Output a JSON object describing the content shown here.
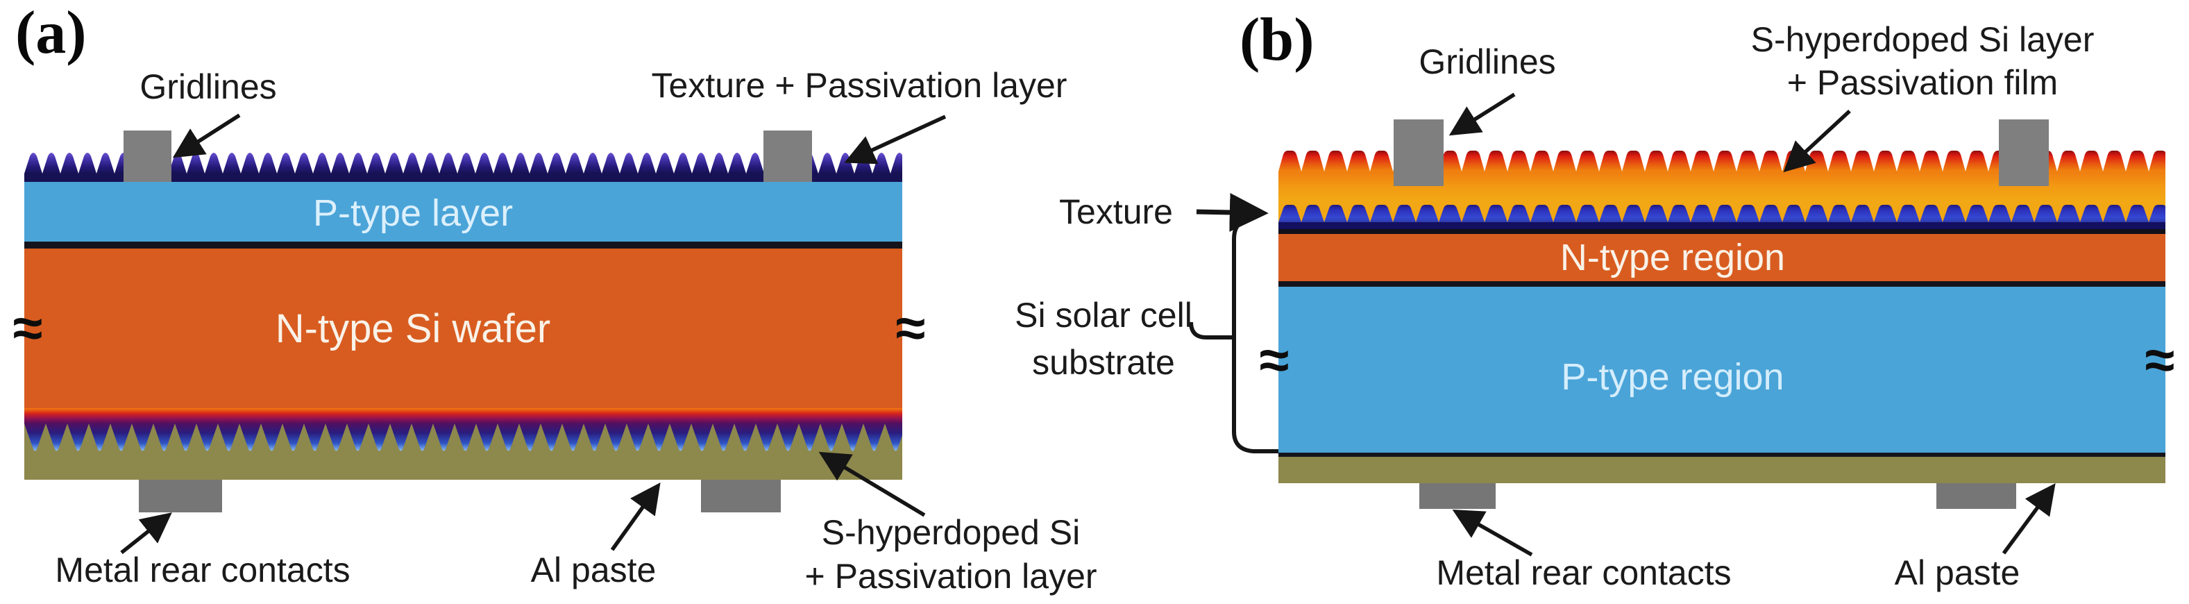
{
  "figure": {
    "panel_a": {
      "tag": "(a)",
      "break_symbol": "≈",
      "labels": {
        "gridlines": "Gridlines",
        "texture_passivation": "Texture + Passivation layer",
        "metal_rear_contacts": "Metal rear contacts",
        "al_paste": "Al paste",
        "s_hyperdoped": [
          "S-hyperdoped Si",
          "+ Passivation layer"
        ]
      },
      "layers": {
        "p_type": "P-type layer",
        "n_type": "N-type Si wafer"
      }
    },
    "panel_b": {
      "tag": "(b)",
      "break_symbol": "≈",
      "labels": {
        "gridlines": "Gridlines",
        "s_hyperdoped": [
          "S-hyperdoped Si layer",
          "+ Passivation film"
        ],
        "texture": "Texture",
        "substrate": [
          "Si solar cell",
          "substrate"
        ],
        "metal_rear_contacts": "Metal rear contacts",
        "al_paste": "Al paste"
      },
      "layers": {
        "n_type": "N-type region",
        "p_type": "P-type region"
      }
    },
    "colors": {
      "n_type_orange": "#d85c20",
      "p_type_blue": "#4aa4d8",
      "al_paste_olive": "#8d884c",
      "passivation_amber": "#f2a714",
      "texture_red": "#de2012",
      "texture_blue_navy": "#2c2fb8",
      "texture_violet": "#4836b2",
      "contact_gray": "#7d7d7d",
      "label_text": "#1a1a1a"
    }
  }
}
